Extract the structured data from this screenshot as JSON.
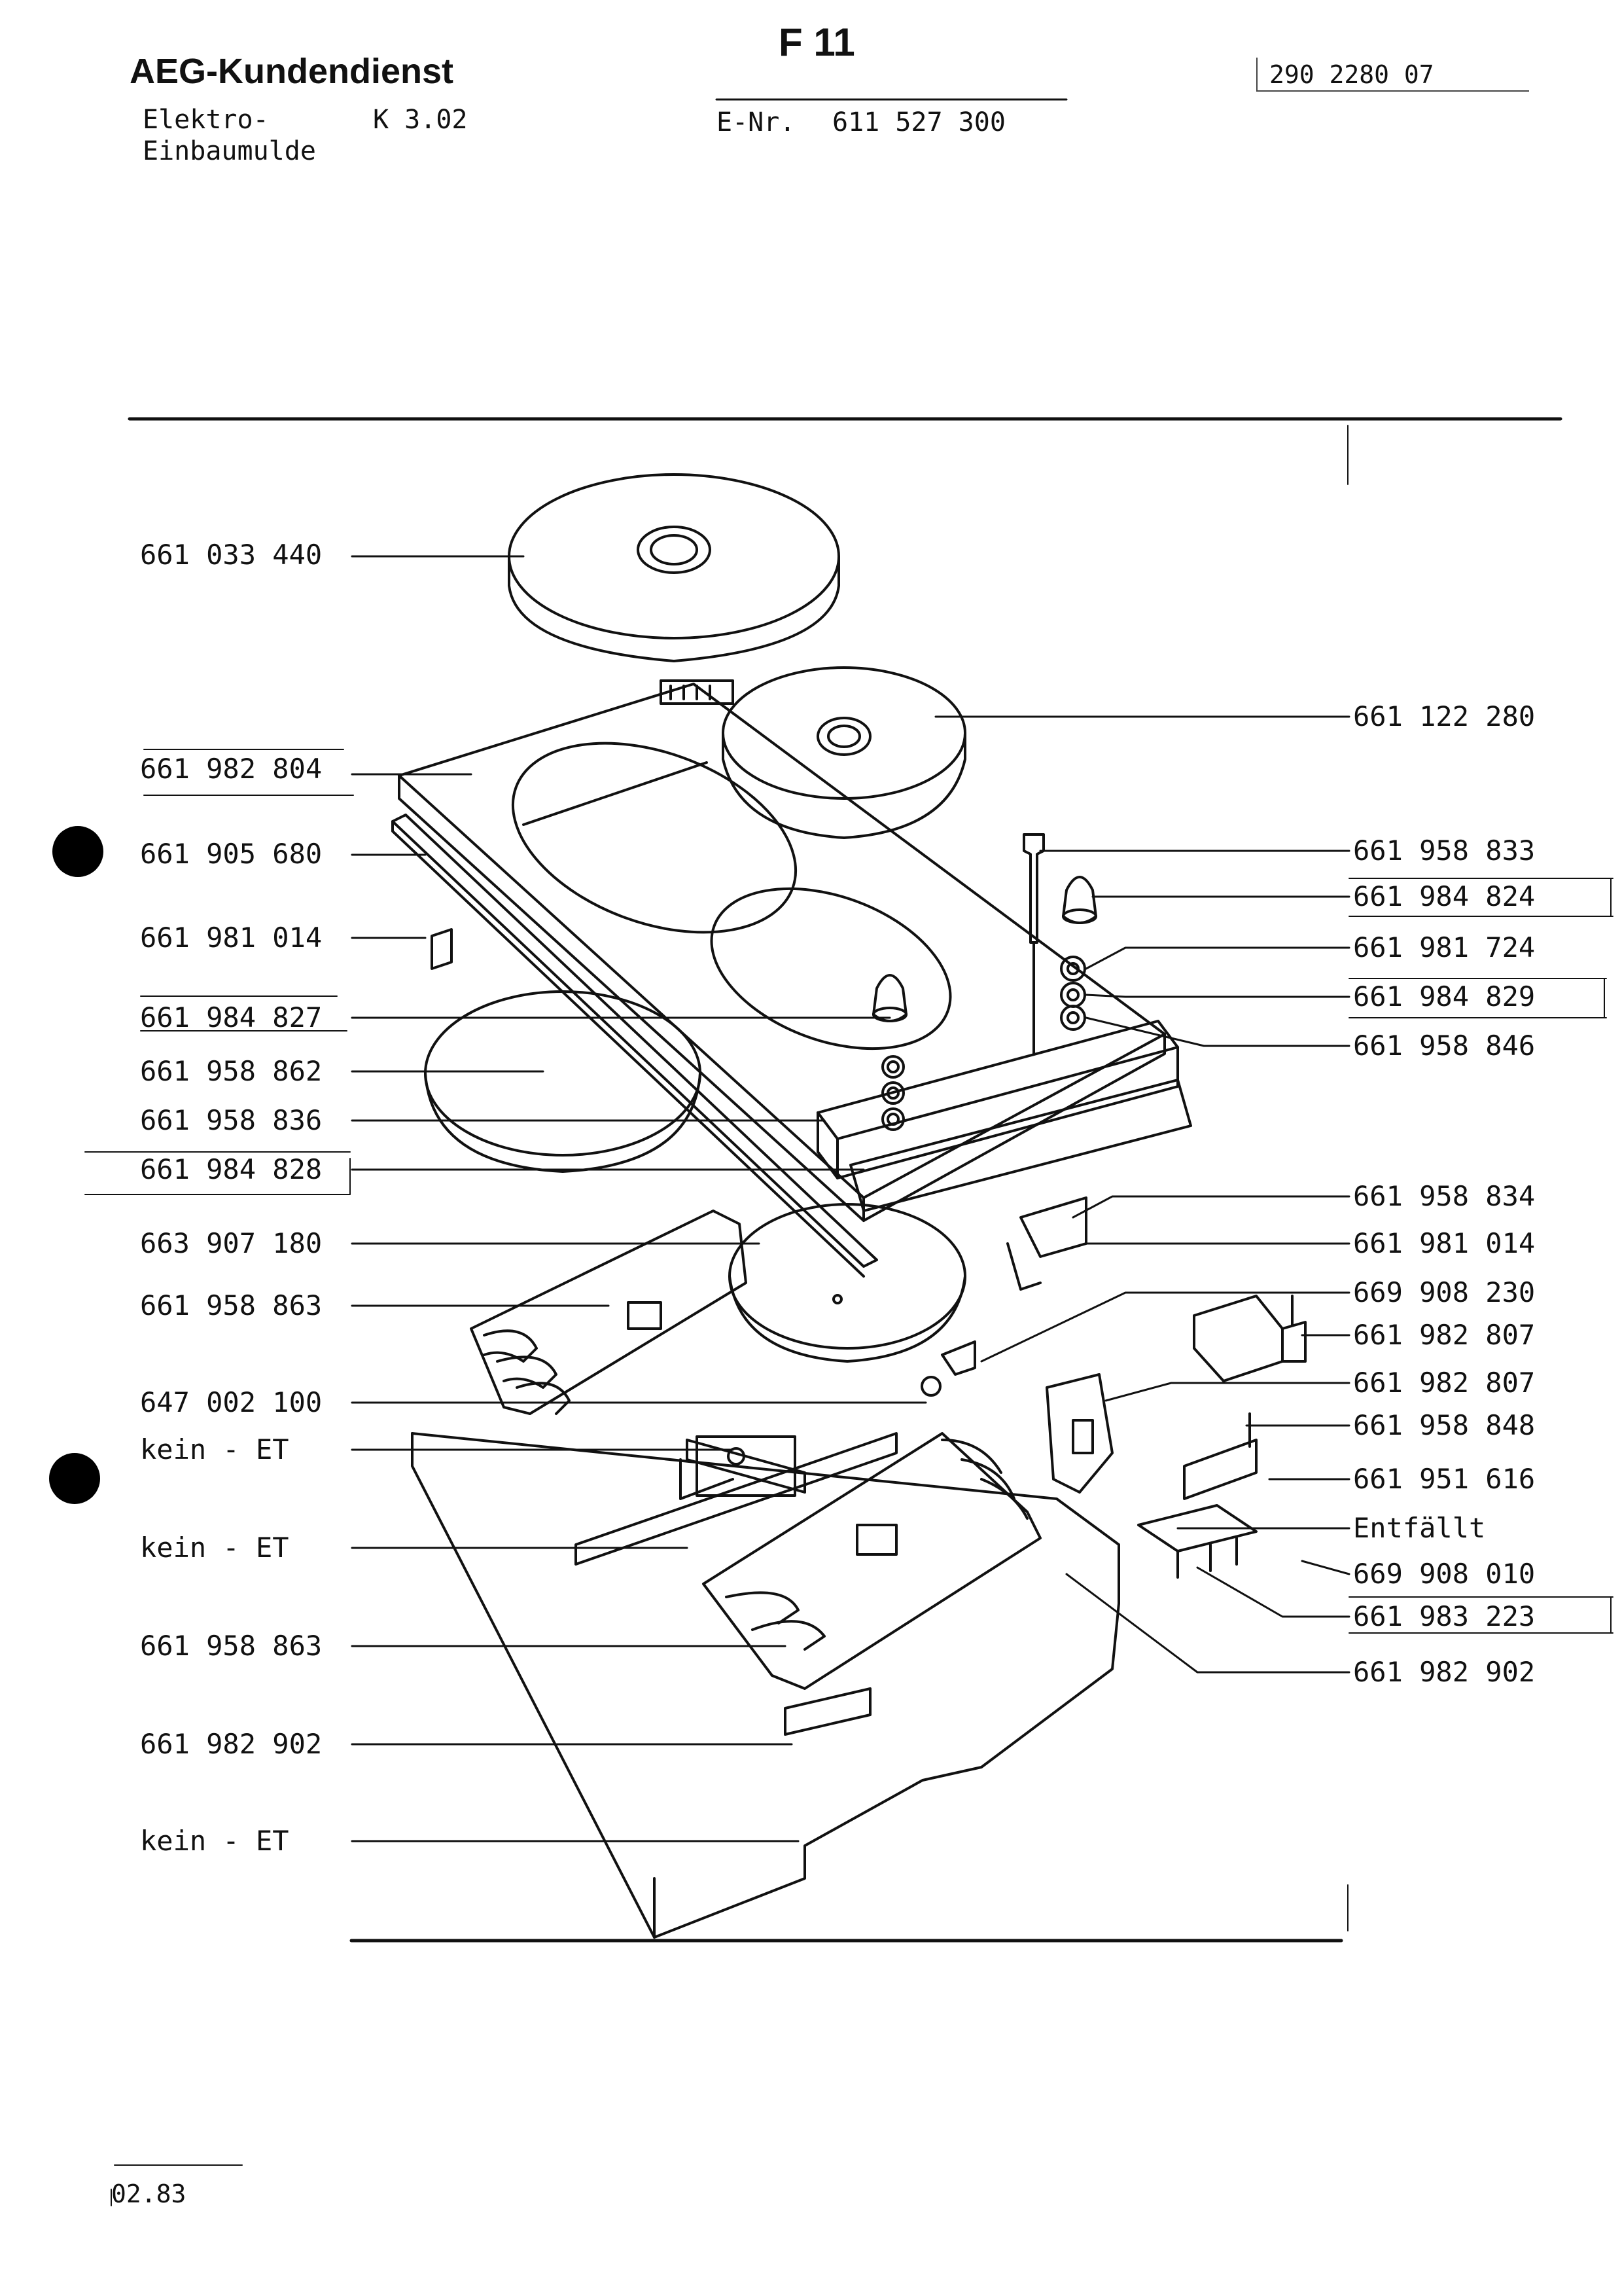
{
  "header": {
    "brand": "AEG-Kundendienst",
    "sheet": "F 11",
    "doc_number": "290 2280 07",
    "product_line1": "Elektro-",
    "product_line2": "Einbaumulde",
    "code": "K 3.02",
    "enr_label": "E-Nr.",
    "enr_value": "611 527 300"
  },
  "footer": {
    "date": "02.83"
  },
  "left_labels": [
    "661 033 440",
    "661 982 804",
    "661 905 680",
    "661 981 014",
    "661 984 827",
    "661 958 862",
    "661 958 836",
    "661 984 828",
    "663 907 180",
    "661 958 863",
    "647 002 100",
    "kein - ET",
    "kein - ET",
    "661 958 863",
    "661 982 902",
    "kein - ET"
  ],
  "right_labels": [
    "661 122 280",
    "661 958 833",
    "661 984 824",
    "661 981 724",
    "661 984 829",
    "661 958 846",
    "661 958 834",
    "661 981 014",
    "669 908 230",
    "661 982 807",
    "661 982 807",
    "661 958 848",
    "661 951 616",
    "Entfällt",
    "669 908 010",
    "661 983 223",
    "661 982 902"
  ]
}
